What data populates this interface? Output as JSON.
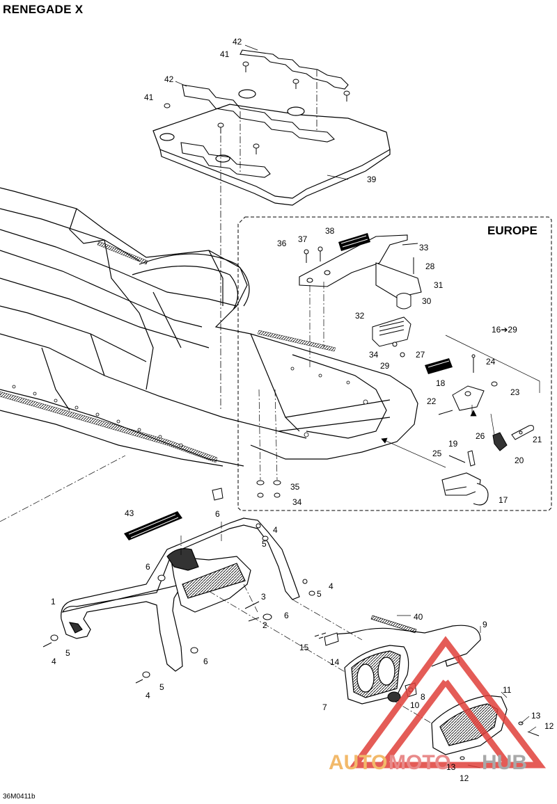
{
  "title": "RENEGADE X",
  "region_label": "EUROPE",
  "document_code": "36M0411b",
  "watermark": {
    "part1": "AUTO",
    "part2": "MOTO",
    "part3": "HUB",
    "color_triangle": "#e0403a"
  },
  "callouts": [
    "42",
    "41",
    "42",
    "41",
    "39",
    "38",
    "37",
    "36",
    "33",
    "28",
    "31",
    "30",
    "32",
    "34",
    "29",
    "27",
    "24",
    "18",
    "23",
    "22",
    "16➔29",
    "26",
    "21",
    "19",
    "25",
    "20",
    "17",
    "35",
    "34",
    "6",
    "43",
    "4",
    "5",
    "6",
    "3",
    "2",
    "6",
    "4",
    "5",
    "1",
    "5",
    "4",
    "6",
    "5",
    "4",
    "40",
    "9",
    "15",
    "14",
    "8",
    "7",
    "10",
    "11",
    "13",
    "12",
    "13",
    "12"
  ]
}
